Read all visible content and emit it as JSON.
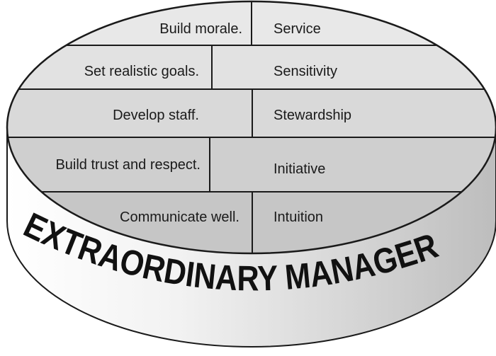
{
  "diagram": {
    "banner_text": "EXTRAORDINARY MANAGER",
    "rows": [
      {
        "left": "Build morale.",
        "right": "Service",
        "fill": "#e8e8e8"
      },
      {
        "left": "Set realistic goals.",
        "right": "Sensitivity",
        "fill": "#e2e2e2"
      },
      {
        "left": "Develop staff.",
        "right": "Stewardship",
        "fill": "#d9d9d9"
      },
      {
        "left": "Build trust and respect.",
        "right": "Initiative",
        "fill": "#cfcfcf"
      },
      {
        "left": "Communicate well.",
        "right": "Intuition",
        "fill": "#c6c6c6"
      }
    ],
    "colors": {
      "outline": "#1a1a1a",
      "side_light": "#ffffff",
      "side_dark": "#bdbdbd"
    }
  }
}
